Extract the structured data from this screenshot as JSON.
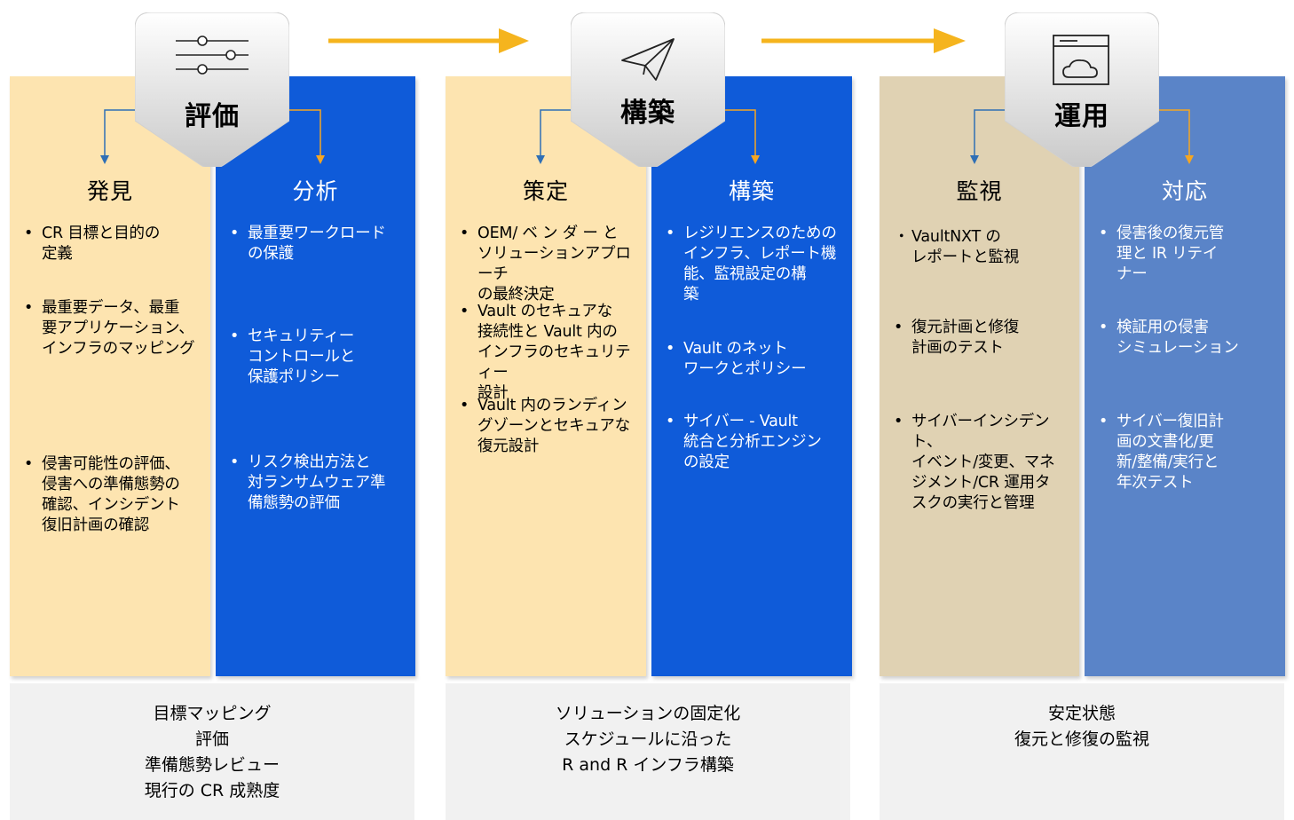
{
  "stages": [
    {
      "title": "評価",
      "icon": "sliders-icon",
      "left": {
        "heading": "発見",
        "items": [
          "CR 目標と目的の\n定義",
          "最重要データ、最重\n要アプリケーション、\nインフラのマッピング",
          "侵害可能性の評価、\n侵害への準備態勢の\n確認、インシデント\n復旧計画の確認"
        ]
      },
      "right": {
        "heading": "分析",
        "items": [
          "最重要ワークロード\nの保護",
          "セキュリティー\nコントロールと\n保護ポリシー",
          "リスク検出方法と\n対ランサムウェア準\n備態勢の評価"
        ]
      },
      "bottom": [
        "目標マッピング",
        "評価",
        "準備態勢レビュー",
        "現行の CR 成熟度"
      ]
    },
    {
      "title": "構築",
      "icon": "paper-plane-icon",
      "left": {
        "heading": "策定",
        "items": [
          "OEM/ ベ ン ダ ー と\nソリューションアプローチ\nの最終決定",
          "Vault のセキュアな\n接続性と Vault 内の\nインフラのセキュリティー\n設計",
          "Vault 内のランディン\nグゾーンとセキュアな\n復元設計"
        ]
      },
      "right": {
        "heading": "構築",
        "items": [
          "レジリエンスのための\nインフラ、レポート機\n能、監視設定の構\n築",
          "Vault のネット\nワークとポリシー",
          "サイバー - Vault\n統合と分析エンジン\nの設定"
        ]
      },
      "bottom": [
        "ソリューションの固定化",
        "スケジュールに沿った",
        "R and R  インフラ構築"
      ]
    },
    {
      "title": "運用",
      "icon": "cloud-window-icon",
      "left": {
        "heading": "監視",
        "items": [
          "VaultNXT の\nレポートと監視",
          "復元計画と修復\n計画のテスト",
          "サイバーインシデント、\nイベント/変更、マネ\nジメント/CR 運用タ\nスクの実行と管理"
        ]
      },
      "right": {
        "heading": "対応",
        "items": [
          "侵害後の復元管\n理と IR リテイ\nナー",
          "検証用の侵害\nシミュレーション",
          "サイバー復旧計\n画の文書化/更\n新/整備/実行と\n年次テスト"
        ]
      },
      "bottom": [
        "安定状態",
        "復元と修復の監視"
      ]
    }
  ],
  "bullets": {
    "dot": "•",
    "small_dot": "・"
  },
  "colors": {
    "cream": "#fde4b0",
    "blue": "#0f5bd9",
    "beige": "#e0d2b3",
    "light_blue": "#5a84c8",
    "arrow": "#f5b41e",
    "connector_blue": "#2f6fb5",
    "connector_orange": "#f5a623",
    "bottom_bg": "#f1f1f1"
  }
}
